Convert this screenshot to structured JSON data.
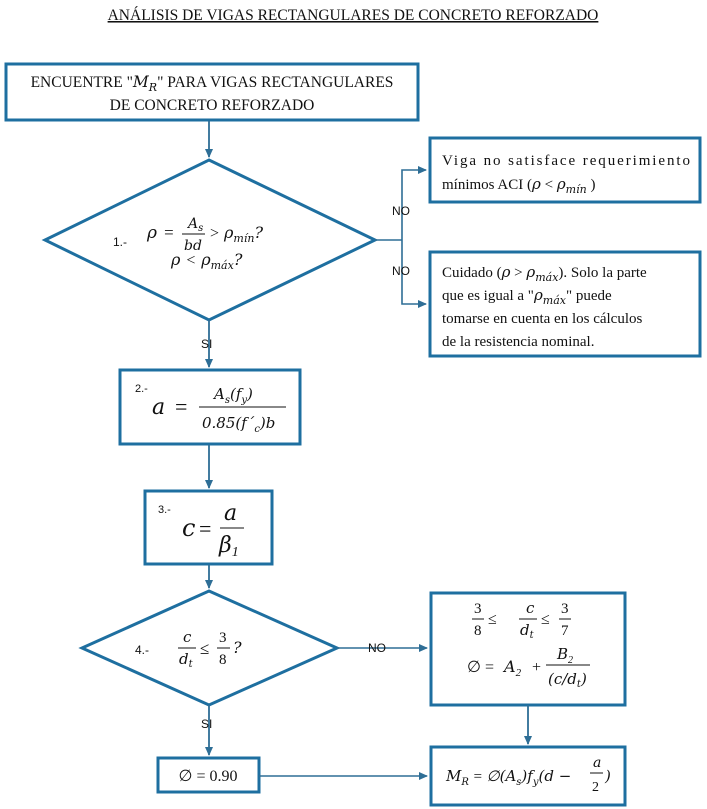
{
  "title": "ANÁLISIS DE VIGAS RECTANGULARES DE CONCRETO REFORZADO",
  "colors": {
    "box_stroke": "#1e6fa0",
    "arrow": "#2e6e96",
    "text": "#111111"
  },
  "start_box": {
    "line1_prefix": "ENCUENTRE \"",
    "line1_symbol": "M",
    "line1_sub": "R",
    "line1_suffix": "\" PARA VIGAS RECTANGULARES",
    "line2": "DE CONCRETO REFORZADO"
  },
  "step1": {
    "number": "1.-",
    "rho": "ρ",
    "equals": "=",
    "frac_num": "A",
    "frac_num_sub": "s",
    "frac_den": "bd",
    "gt": ">",
    "rho_min": "ρ",
    "rho_min_sub": "mín",
    "q1": "?",
    "rho2": "ρ",
    "lt": "<",
    "rho_max": "ρ",
    "rho_max_sub": "máx",
    "q2": "?"
  },
  "no_label_1": "NO",
  "no_label_2": "NO",
  "no_label_4": "NO",
  "si_label_1": "SI",
  "si_label_4": "SI",
  "no_box_1": {
    "line1": "Viga no satisface requerimiento",
    "line2_prefix": "mínimos ACI (",
    "line2_rho": "ρ",
    "line2_lt": " < ",
    "line2_rho2": "ρ",
    "line2_sub": "mín",
    "line2_suffix": " )"
  },
  "no_box_2": {
    "line1_prefix": "Cuidado (",
    "line1_rho": "ρ",
    "line1_gt": " > ",
    "line1_rho2": "ρ",
    "line1_sub": "máx",
    "line1_suffix": "). Solo la parte",
    "line2_prefix": "que es igual a \"",
    "line2_rho": "ρ",
    "line2_sub": "máx",
    "line2_suffix": "\"  puede",
    "line3": "tomarse en cuenta en los cálculos",
    "line4": "de la resistencia nominal."
  },
  "step2": {
    "number": "2.-",
    "lhs": "a",
    "equals": "=",
    "num": "A",
    "num_sub": "s",
    "num_paren": "(f",
    "num_paren_sub": "y",
    "num_close": ")",
    "den": "0.85(f´",
    "den_sub": "c",
    "den_close": ")b"
  },
  "step3": {
    "number": "3.-",
    "lhs": "c",
    "equals": "=",
    "num": "a",
    "den": "β",
    "den_sub": "1"
  },
  "step4": {
    "number": "4.-",
    "num": "c",
    "den": "d",
    "den_sub": "t",
    "le": "≤",
    "num2": "3",
    "den2": "8",
    "q": "?"
  },
  "no_box_4": {
    "f1_num": "3",
    "f1_den": "8",
    "le1": "≤",
    "f2_num": "c",
    "f2_den": "d",
    "f2_den_sub": "t",
    "le2": "≤",
    "f3_num": "3",
    "f3_den": "7",
    "phi": "∅",
    "eq": "=",
    "a2": "A",
    "a2_sub": "2",
    "plus": "+",
    "b2_num": "B",
    "b2_num_sub": "2",
    "b2_den": "(c/d",
    "b2_den_sub": "t",
    "b2_den_close": ")"
  },
  "phi_box": {
    "text": "∅ = 0.90"
  },
  "result_box": {
    "m": "M",
    "m_sub": "R",
    "eq": " = ",
    "phi": "∅",
    "as": "(A",
    "as_sub": "s",
    "as_close": ")",
    "f": "f",
    "f_sub": "y",
    "paren": "(d −",
    "a": "a",
    "two": "2",
    "close": ")"
  }
}
